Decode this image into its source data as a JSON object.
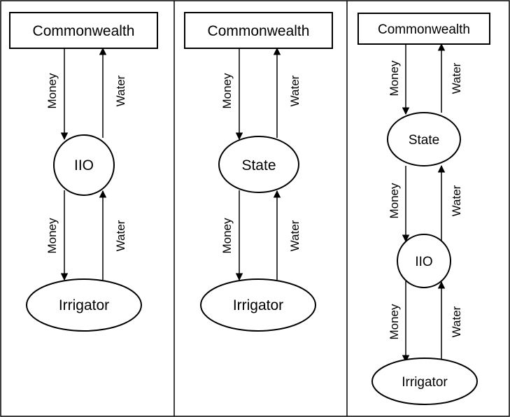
{
  "panels": [
    {
      "top": "Commonwealth",
      "middle": "IIO",
      "bottom": "Irrigator",
      "labels": {
        "money_upper": "Money",
        "water_upper": "Water",
        "money_lower": "Money",
        "water_lower": "Water"
      }
    },
    {
      "top": "Commonwealth",
      "middle": "State",
      "bottom": "Irrigator",
      "labels": {
        "money_upper": "Money",
        "water_upper": "Water",
        "money_lower": "Money",
        "water_lower": "Water"
      }
    },
    {
      "top": "Commonwealth",
      "middle1": "State",
      "middle2": "IIO",
      "bottom": "Irrigator",
      "labels": {
        "money_1": "Money",
        "water_1": "Water",
        "money_2": "Money",
        "water_2": "Water",
        "money_3": "Money",
        "water_3": "Water"
      }
    }
  ]
}
